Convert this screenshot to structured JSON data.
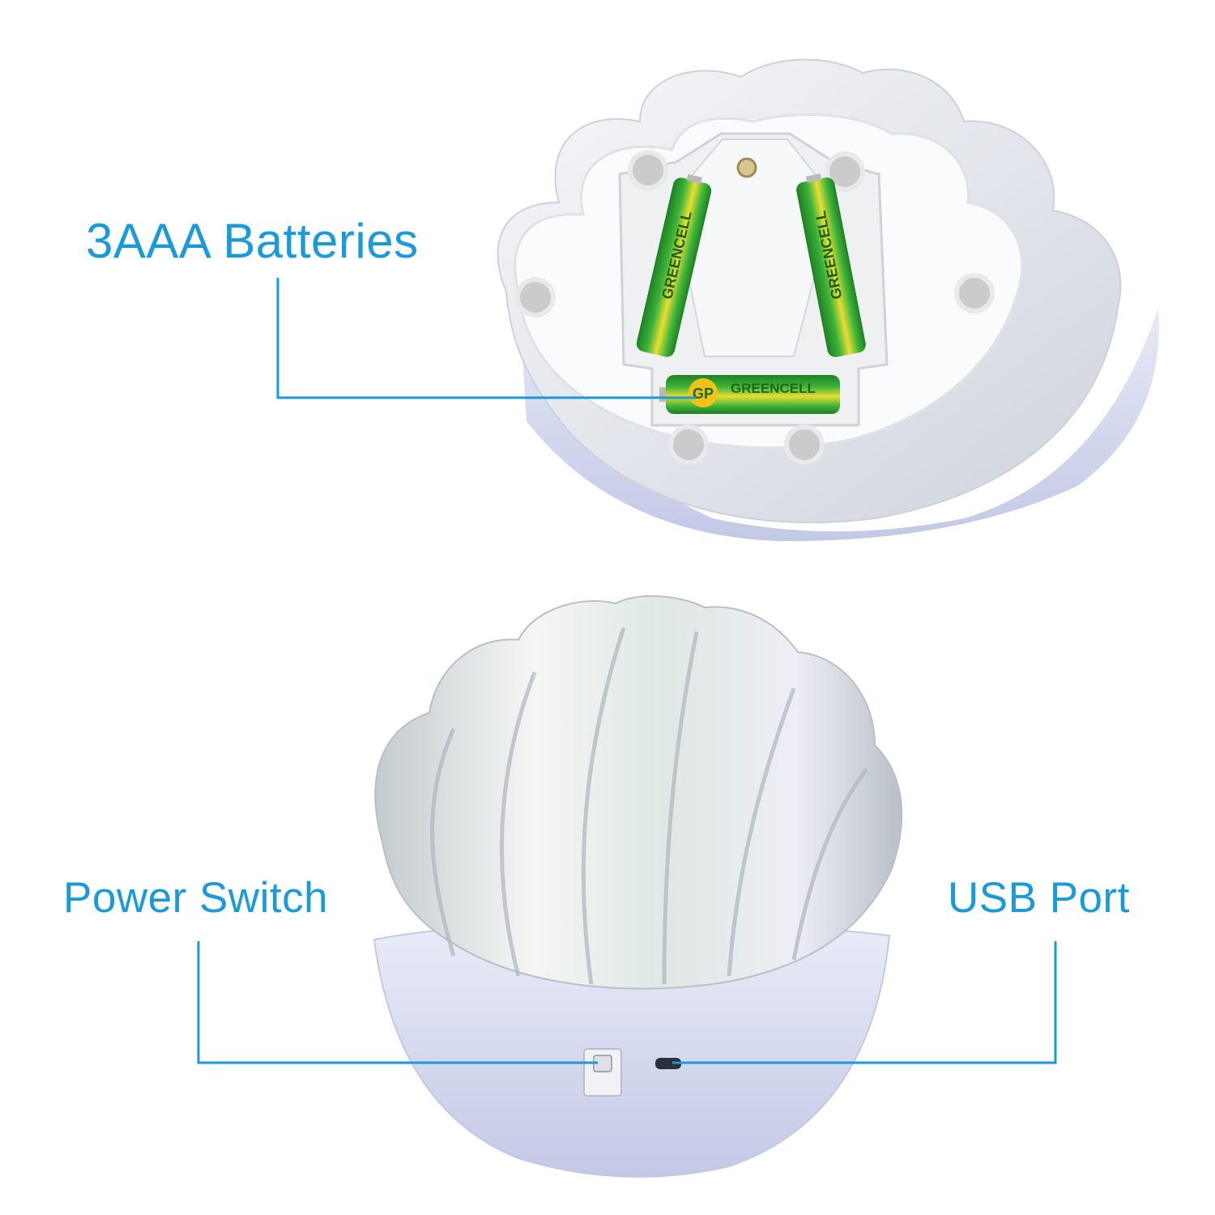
{
  "colors": {
    "callout": "#1a9ad8",
    "shell": "#e9ecf1",
    "base": "#ccd2ec",
    "battery_green": "#2e9a2e",
    "battery_yellow": "#e2da2a"
  },
  "callouts": {
    "batteries": "3AAA Batteries",
    "power_switch": "Power Switch",
    "usb_port": "USB Port"
  },
  "battery_print": {
    "brand": "GP",
    "model": "GREENCELL"
  }
}
